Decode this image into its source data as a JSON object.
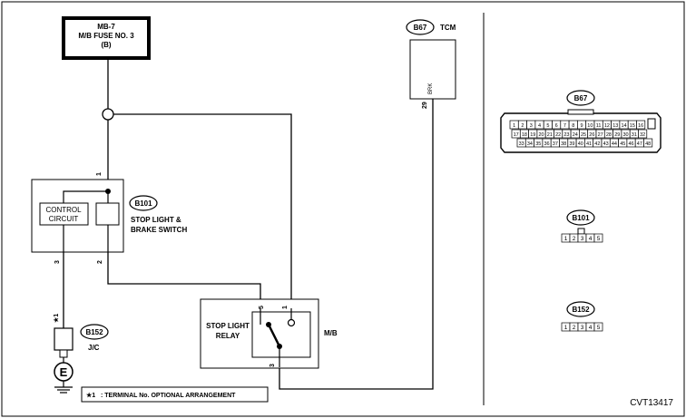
{
  "fuse": {
    "line1": "MB-7",
    "line2": "M/B FUSE NO. 3",
    "line3": "(B)"
  },
  "tcm": {
    "connector": "B67",
    "label": "TCM",
    "terminal_label": "BRK",
    "pin": "29"
  },
  "switch": {
    "connector": "B101",
    "label_line1": "STOP LIGHT &",
    "label_line2": "BRAKE SWITCH",
    "circuit_line1": "CONTROL",
    "circuit_line2": "CIRCUIT",
    "pin_top": "1",
    "pin_left": "3",
    "pin_right": "2"
  },
  "jc": {
    "connector": "B152",
    "label": "J/C",
    "marker": "★1",
    "ground_symbol": "E"
  },
  "relay": {
    "label_line1": "STOP LIGHT",
    "label_line2": "RELAY",
    "mb_label": "M/B",
    "pin_left": "5",
    "pin_right": "1",
    "pin_bottom": "3"
  },
  "note": {
    "star": "★1",
    "text": ": TERMINAL No. OPTIONAL ARRANGEMENT"
  },
  "connectors": {
    "b67": {
      "title": "B67",
      "row1": [
        "1",
        "2",
        "3",
        "4",
        "5",
        "6",
        "7",
        "8",
        "9",
        "10",
        "11",
        "12",
        "13",
        "14",
        "15",
        "16"
      ],
      "row2": [
        "17",
        "18",
        "19",
        "20",
        "21",
        "22",
        "23",
        "24",
        "25",
        "26",
        "27",
        "28",
        "29",
        "30",
        "31",
        "32"
      ],
      "row3": [
        "33",
        "34",
        "35",
        "36",
        "37",
        "38",
        "39",
        "40",
        "41",
        "42",
        "43",
        "44",
        "45",
        "46",
        "47",
        "48"
      ]
    },
    "b101": {
      "title": "B101",
      "pins": [
        "1",
        "2",
        "3",
        "4",
        "5"
      ]
    },
    "b152": {
      "title": "B152",
      "pins": [
        "1",
        "2",
        "3",
        "4",
        "5"
      ]
    }
  },
  "figure_code": "CVT13417"
}
